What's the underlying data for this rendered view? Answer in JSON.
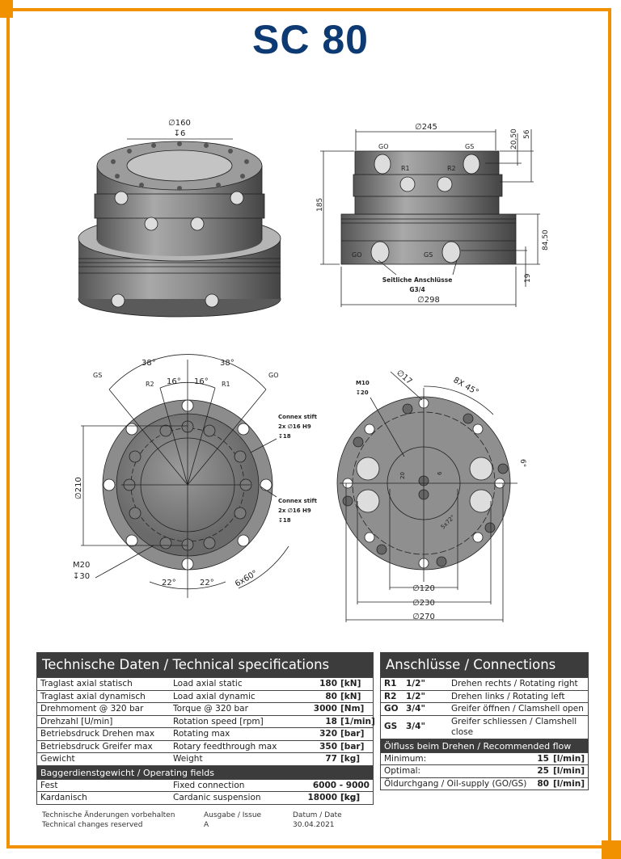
{
  "title": "SC 80",
  "colors": {
    "frame": "#f29100",
    "title": "#0d3a73",
    "header": "#3c3c3c"
  },
  "drawings": {
    "iso": {
      "dia": "∅160",
      "depth": "↧6"
    },
    "side": {
      "dia_top": "∅245",
      "go": "GO",
      "gs": "GS",
      "r1": "R1",
      "r2": "R2",
      "h185": "185",
      "d2050": "20,50",
      "d56": "56",
      "d8450": "84,50",
      "d19": "19",
      "go2": "GO",
      "gs2": "GS",
      "note1": "Seitliche Anschlüsse",
      "note2": "G3/4",
      "dia_bottom": "∅298"
    },
    "top": {
      "a38l": "38°",
      "a38r": "38°",
      "gs": "GS",
      "go": "GO",
      "r2": "R2",
      "r1": "R1",
      "a16l": "16°",
      "a16r": "16°",
      "d210": "∅210",
      "m20": "M20",
      "m20d": "↧30",
      "a22l": "22°",
      "a22r": "22°",
      "a6x60": "6x60°",
      "cx1": "Connex stift",
      "cx1b": "2x ∅16 H9",
      "cx1c": "↧18",
      "cx2": "Connex stift",
      "cx2b": "2x ∅16 H9",
      "cx2c": "↧18"
    },
    "bottom": {
      "d17": "∅17",
      "a8x45": "8X 45°",
      "m10": "M10",
      "m10d": "↧20",
      "d20": "20",
      "d6": "6",
      "a6": "6°",
      "a5x72": "5x72°",
      "d120": "∅120",
      "d230": "∅230",
      "d270": "∅270"
    }
  },
  "specs": {
    "title": "Technische Daten / Technical specifications",
    "rows": [
      {
        "de": "Traglast axial statisch",
        "en": "Load axial static",
        "val": "180",
        "unit": "[kN]"
      },
      {
        "de": "Traglast axial dynamisch",
        "en": "Load axial dynamic",
        "val": "80",
        "unit": "[kN]"
      },
      {
        "de": "Drehmoment @ 320 bar",
        "en": "Torque @ 320 bar",
        "val": "3000",
        "unit": "[Nm]"
      },
      {
        "de": "Drehzahl [U/min]",
        "en": "Rotation speed [rpm]",
        "val": "18",
        "unit": "[1/min]"
      },
      {
        "de": "Betriebsdruck Drehen max",
        "en": "Rotating max",
        "val": "320",
        "unit": "[bar]"
      },
      {
        "de": "Betriebsdruck Greifer max",
        "en": "Rotary feedthrough max",
        "val": "350",
        "unit": "[bar]"
      },
      {
        "de": "Gewicht",
        "en": "Weight",
        "val": "77",
        "unit": "[kg]"
      }
    ],
    "sub_title": "Baggerdienstgewicht / Operating fields",
    "sub_rows": [
      {
        "de": "Fest",
        "en": "Fixed connection",
        "val": "6000 - 9000",
        "unit": "[kg]"
      },
      {
        "de": "Kardanisch",
        "en": "Cardanic suspension",
        "val": "18000",
        "unit": "[kg]"
      }
    ]
  },
  "connections": {
    "title": "Anschlüsse / Connections",
    "rows": [
      {
        "key": "R1",
        "size": "1/2\"",
        "desc": "Drehen rechts / Rotating right"
      },
      {
        "key": "R2",
        "size": "1/2\"",
        "desc": "Drehen links / Rotating left"
      },
      {
        "key": "GO",
        "size": "3/4\"",
        "desc": "Greifer öffnen / Clamshell open"
      },
      {
        "key": "GS",
        "size": "3/4\"",
        "desc": "Greifer schliessen / Clamshell close"
      }
    ],
    "flow_title": "Ölfluss beim Drehen / Recommended flow",
    "flow_rows": [
      {
        "label": "Minimum:",
        "val": "15",
        "unit": "[l/min]"
      },
      {
        "label": "Optimal:",
        "val": "25",
        "unit": "[l/min]"
      },
      {
        "label": "Öldurchgang / Oil-supply (GO/GS)",
        "val": "80",
        "unit": "[l/min]"
      }
    ]
  },
  "footer": {
    "note_de": "Technische Änderungen vorbehalten",
    "note_en": "Technical changes reserved",
    "issue_label": "Ausgabe / Issue",
    "issue": "A",
    "date_label": "Datum / Date",
    "date": "30.04.2021"
  }
}
